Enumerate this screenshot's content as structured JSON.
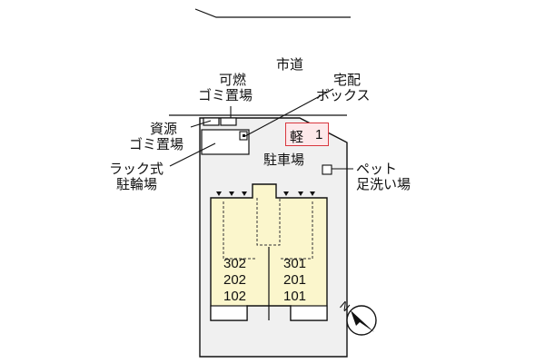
{
  "labels": {
    "city_road": "市道",
    "combustible_line1": "可燃",
    "combustible_line2": "ゴミ置場",
    "delivery_line1": "宅配",
    "delivery_line2": "ボックス",
    "recycle_line1": "資源",
    "recycle_line2": "ゴミ置場",
    "rack_line1": "ラック式",
    "rack_line2": "駐輪場",
    "parking": "駐車場",
    "pet_line1": "ペット",
    "pet_line2": "足洗い場",
    "kei": "軽",
    "kei_number": "1"
  },
  "units": {
    "left": [
      "302",
      "202",
      "102"
    ],
    "right": [
      "301",
      "201",
      "101"
    ]
  },
  "compass": {
    "letter": "N"
  },
  "colors": {
    "lot_fill": "#f0f0f0",
    "building_fill": "#fbf6cc",
    "badge_border": "#d9363e",
    "badge_fill": "#fde8ea",
    "line": "#111111"
  }
}
